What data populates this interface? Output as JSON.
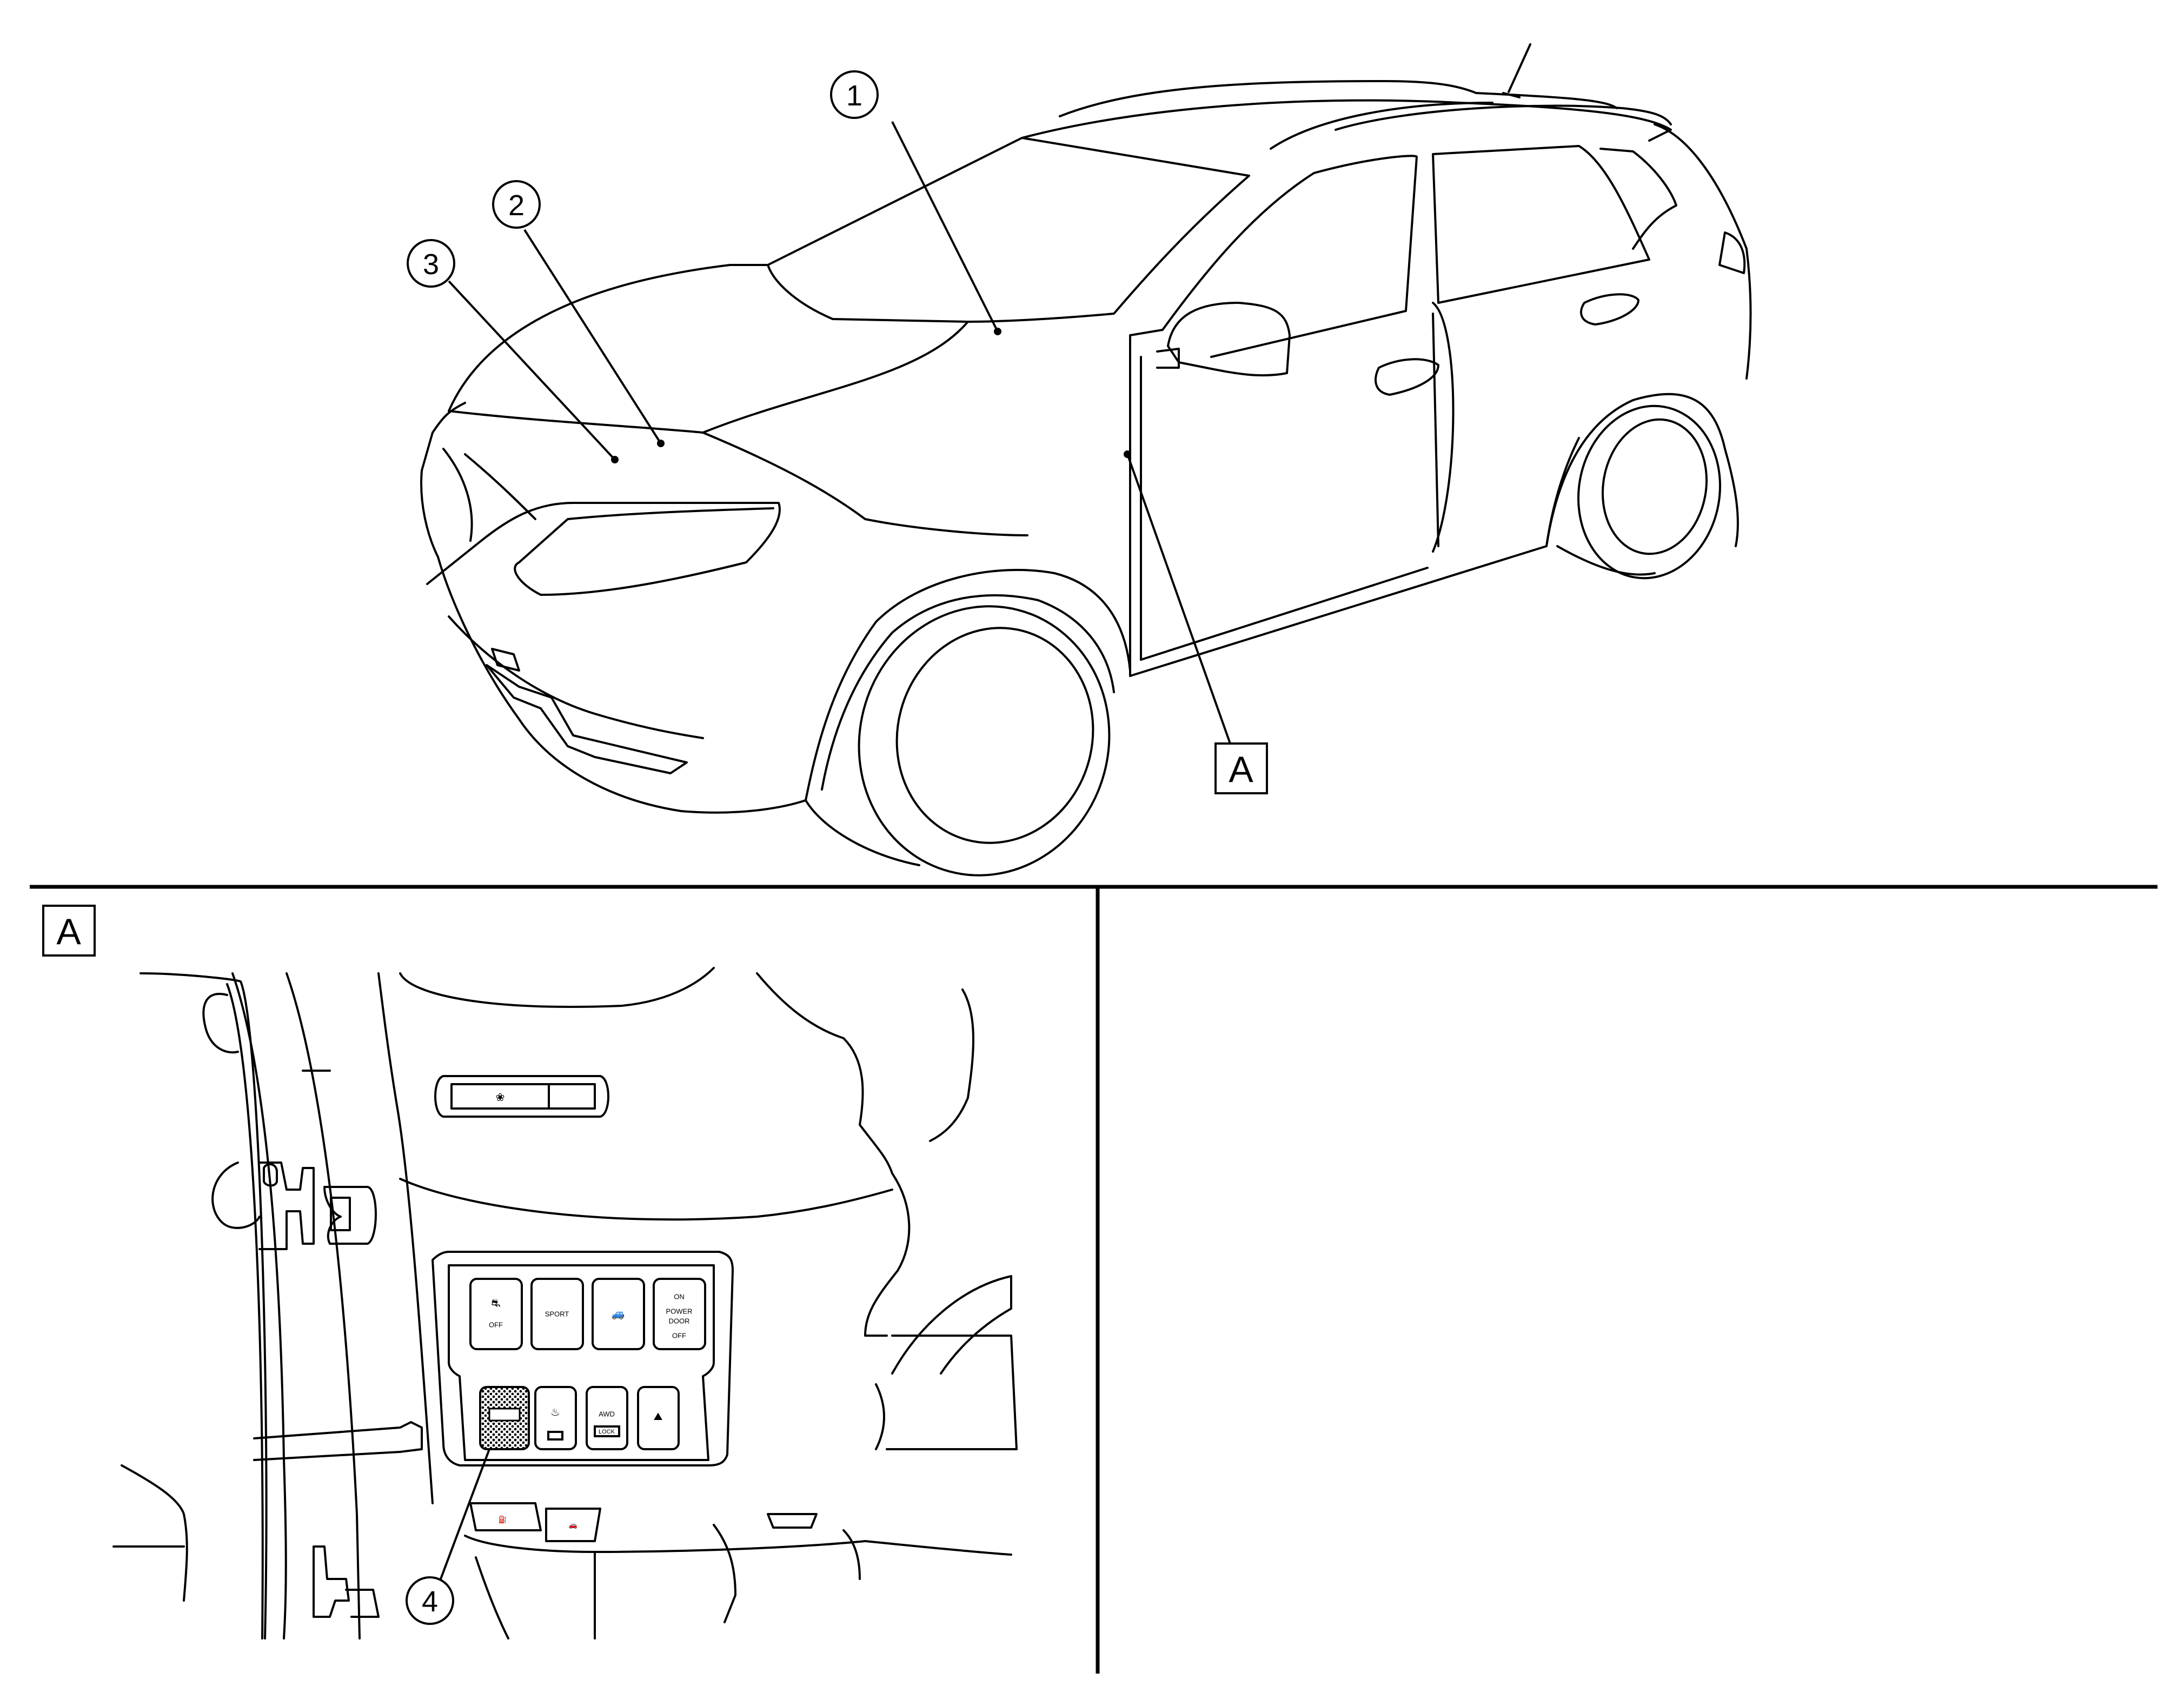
{
  "callouts": {
    "c1": "1",
    "c2": "2",
    "c3": "3",
    "c4": "4"
  },
  "view_labels": {
    "overview_box": "A",
    "detail_box": "A"
  },
  "switch_panel": {
    "upper_row": [
      {
        "icon": "vdc-off-icon",
        "label": "OFF"
      },
      {
        "label": "SPORT"
      },
      {
        "icon": "vehicle-icon"
      },
      {
        "line1": "ON",
        "line2": "POWER",
        "line3": "DOOR",
        "line4": "OFF"
      }
    ],
    "lower_row": [
      {
        "icon": "switch-4-icon",
        "highlighted": true
      },
      {
        "icon": "heated-steering-icon"
      },
      {
        "label": "AWD",
        "sublabel": "LOCK"
      },
      {
        "icon": "hill-descent-icon"
      }
    ]
  },
  "colors": {
    "line": "#000000",
    "background": "#ffffff",
    "highlight_fill": "#555555"
  }
}
